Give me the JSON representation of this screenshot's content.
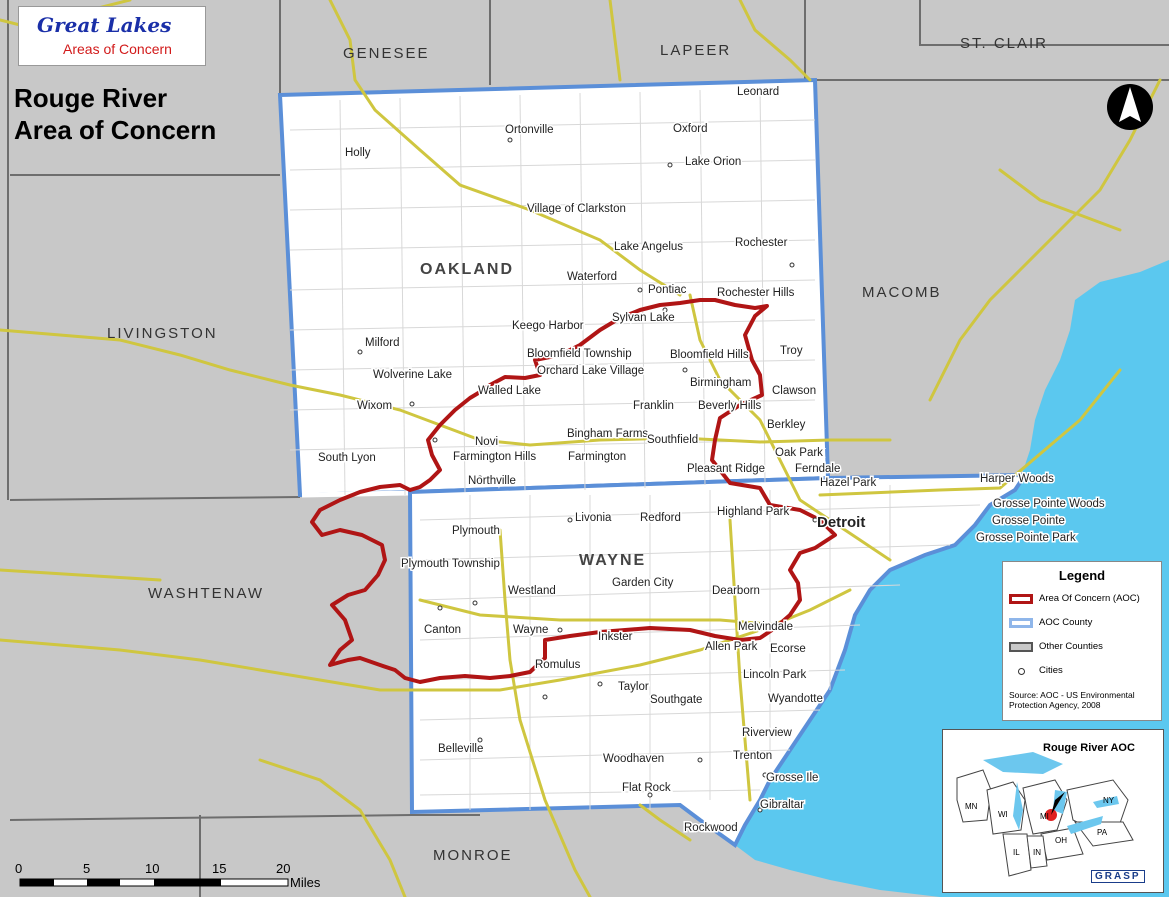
{
  "branding": {
    "line1": "Great Lakes",
    "line2": "Areas of Concern"
  },
  "title": {
    "line1": "Rouge River",
    "line2": "Area of Concern"
  },
  "colors": {
    "land": "#c8c8c8",
    "water": "#5bc8ef",
    "aoc_county_fill": "#ffffff",
    "aoc_county_border": "#5b8fd8",
    "aoc_boundary": "#b01515",
    "major_road": "#cfc640",
    "county_line": "#6e6e6e"
  },
  "counties": [
    {
      "id": "genesee",
      "label": "GENESEE"
    },
    {
      "id": "lapeer",
      "label": "LAPEER"
    },
    {
      "id": "st-clair",
      "label": "ST. CLAIR"
    },
    {
      "id": "macomb",
      "label": "MACOMB"
    },
    {
      "id": "livingston",
      "label": "LIVINGSTON"
    },
    {
      "id": "oakland",
      "label": "OAKLAND"
    },
    {
      "id": "wayne",
      "label": "WAYNE"
    },
    {
      "id": "washtenaw",
      "label": "WASHTENAW"
    },
    {
      "id": "monroe",
      "label": "MONROE"
    }
  ],
  "cities": [
    "Ortonville",
    "Leonard",
    "Oxford",
    "Holly",
    "Lake Orion",
    "Village of Clarkston",
    "Rochester",
    "Lake Angelus",
    "Waterford",
    "Pontiac",
    "Rochester Hills",
    "Keego Harbor",
    "Sylvan Lake",
    "Milford",
    "Bloomfield Township",
    "Bloomfield Hills",
    "Troy",
    "Wolverine Lake",
    "Orchard Lake Village",
    "Birmingham",
    "Clawson",
    "Walled Lake",
    "Wixom",
    "Franklin",
    "Beverly Hills",
    "Berkley",
    "Bingham Farms",
    "Southfield",
    "Oak Park",
    "Novi",
    "South Lyon",
    "Farmington Hills",
    "Farmington",
    "Pleasant Ridge",
    "Ferndale",
    "Northville",
    "Hazel Park",
    "Harper Woods",
    "Grosse Pointe Woods",
    "Highland Park",
    "Grosse Pointe",
    "Grosse Pointe Park",
    "Detroit",
    "Livonia",
    "Redford",
    "Plymouth",
    "Plymouth Township",
    "Westland",
    "Garden City",
    "Dearborn",
    "Canton",
    "Wayne",
    "Inkster",
    "Melvindale",
    "Allen Park",
    "Ecorse",
    "Romulus",
    "Lincoln Park",
    "Taylor",
    "Southgate",
    "Wyandotte",
    "Belleville",
    "Riverview",
    "Woodhaven",
    "Trenton",
    "Grosse Ile",
    "Flat Rock",
    "Gibraltar",
    "Rockwood"
  ],
  "legend": {
    "title": "Legend",
    "items": [
      {
        "label": "Area Of Concern (AOC)"
      },
      {
        "label": "AOC County"
      },
      {
        "label": "Other Counties"
      },
      {
        "label": "Cities"
      }
    ],
    "source": "Source:  AOC - US Environmental Protection Agency, 2008"
  },
  "inset": {
    "title": "Rouge River AOC",
    "states": [
      "MN",
      "WI",
      "MI",
      "NY",
      "PA",
      "OH",
      "IL",
      "IN"
    ],
    "logo": "GRASP"
  },
  "scale": {
    "ticks": [
      "0",
      "5",
      "10",
      "15",
      "20"
    ],
    "unit": "Miles"
  },
  "north_arrow": "N"
}
